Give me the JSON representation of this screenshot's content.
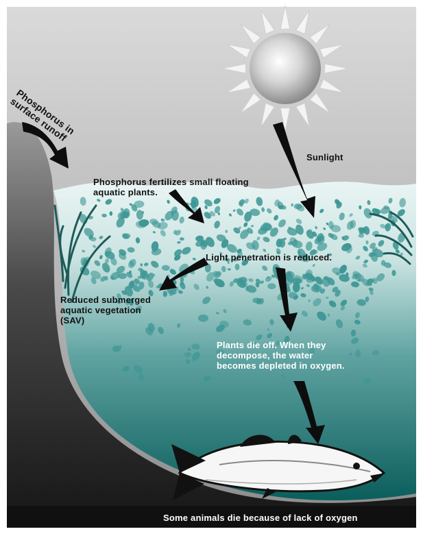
{
  "labels": {
    "phosphorus_runoff": [
      "Phosphorus in",
      "surface runoff"
    ],
    "sunlight": "Sunlight",
    "fertilizes": [
      "Phosphorus fertilizes small floating",
      "aquatic plants."
    ],
    "light_reduced": "Light penetration is reduced.",
    "reduced_sav": [
      "Reduced submerged",
      "aquatic vegetation",
      "(SAV)"
    ],
    "plants_die": [
      "Plants die off. When they",
      "decompose, the water",
      "becomes depleted in oxygen."
    ],
    "animals_die": "Some animals die because of lack of oxygen"
  },
  "colors": {
    "sky_top": "#d8d8d8",
    "sky_bottom": "#8e8e8e",
    "water_top": "#e3f1f0",
    "water_mid": "#7fb6b4",
    "water_deep": "#116a68",
    "land": "#2b2b2b",
    "plankton": "#3f9795"
  }
}
